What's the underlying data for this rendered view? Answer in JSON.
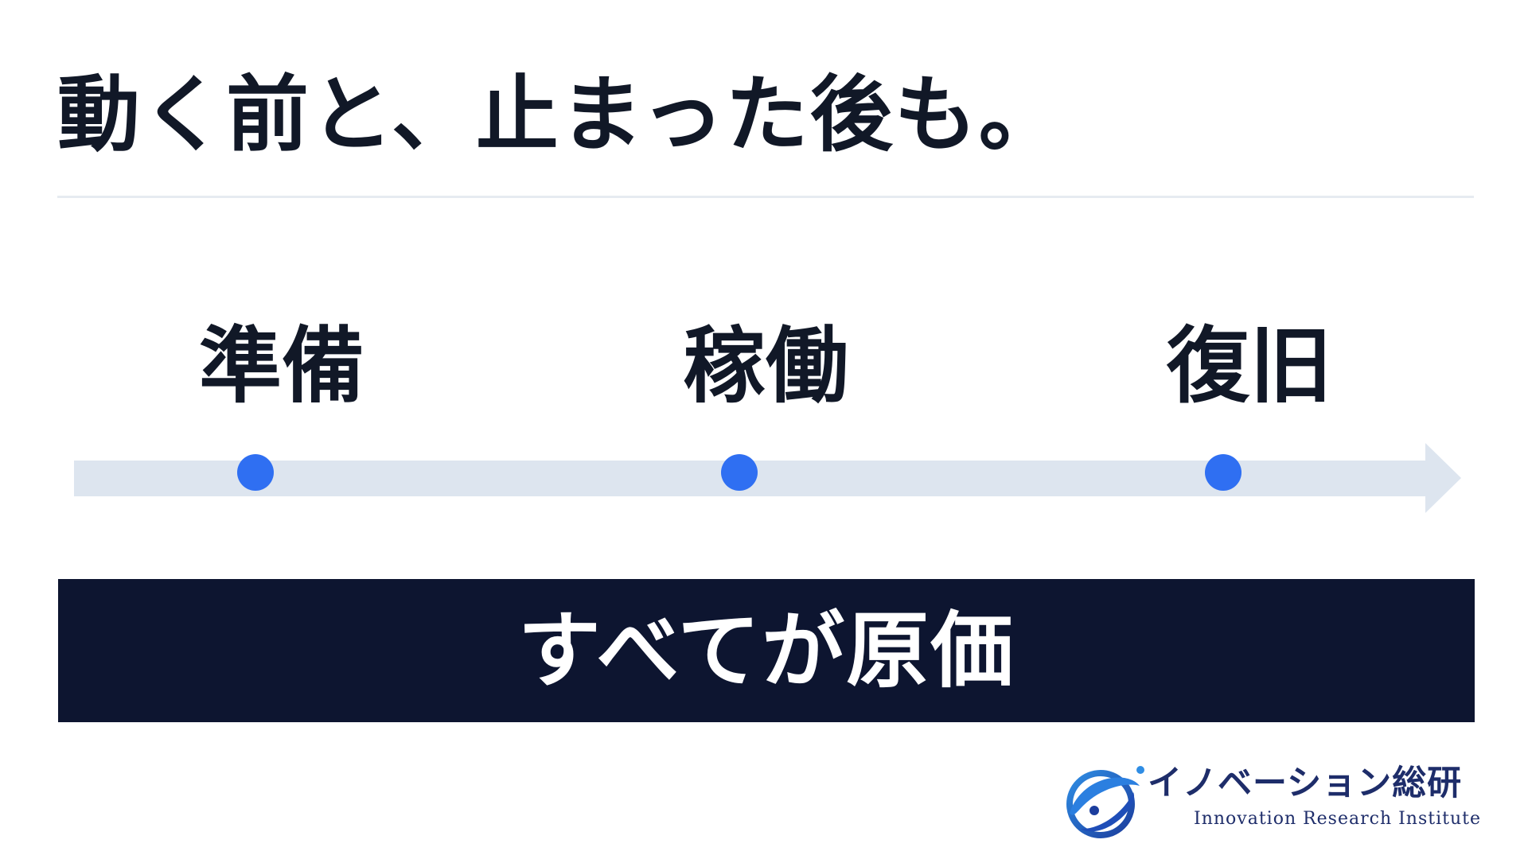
{
  "title": "動く前と、止まった後も。",
  "timeline": {
    "stages": [
      {
        "label": "準備"
      },
      {
        "label": "稼働"
      },
      {
        "label": "復旧"
      }
    ]
  },
  "banner": {
    "text": "すべてが原価"
  },
  "brand": {
    "name": "イノベーション総研",
    "subtitle": "Innovation Research Institute",
    "logo_icon": "orbit-globe-logo"
  },
  "colors": {
    "text": "#111827",
    "accent": "#2f6ff2",
    "track": "#dde5ef",
    "banner": "#0d1530",
    "brand": "#1e2d6a"
  }
}
